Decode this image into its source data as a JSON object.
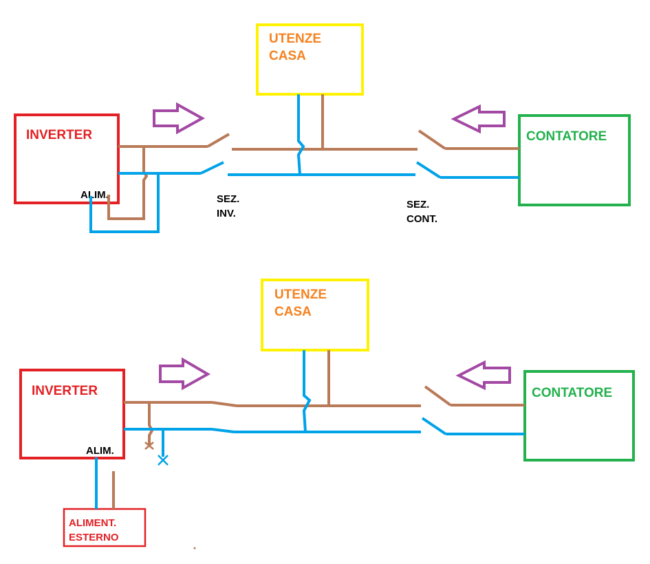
{
  "colors": {
    "inverter": "#e32024",
    "utenze": "#fff200",
    "utenze_text": "#f58220",
    "contatore": "#22b14c",
    "phase": "#b97a57",
    "neutral": "#00a2e8",
    "arrow": "#a349a4",
    "text": "#000000"
  },
  "diagrams": [
    {
      "inverter": {
        "label": "INVERTER",
        "alim": "ALIM."
      },
      "utenze": {
        "line1": "UTENZE",
        "line2": "CASA"
      },
      "contatore": {
        "label": "CONTATORE"
      },
      "sez_inv": {
        "line1": "SEZ.",
        "line2": "INV."
      },
      "sez_cont": {
        "line1": "SEZ.",
        "line2": "CONT."
      }
    },
    {
      "inverter": {
        "label": "INVERTER",
        "alim": "ALIM."
      },
      "utenze": {
        "line1": "UTENZE",
        "line2": "CASA"
      },
      "contatore": {
        "label": "CONTATORE"
      },
      "alim_esterno": {
        "line1": "ALIMENT.",
        "line2": "ESTERNO"
      }
    }
  ]
}
